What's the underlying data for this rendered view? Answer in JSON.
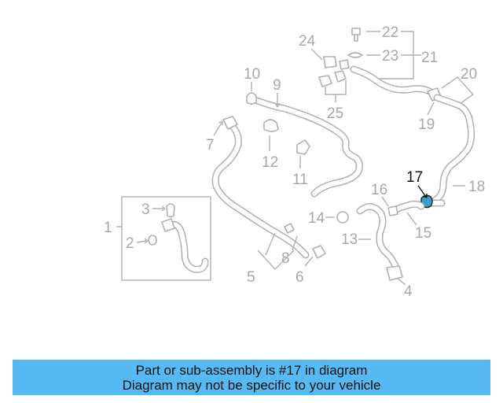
{
  "diagram": {
    "part_numbers": [
      "1",
      "2",
      "3",
      "4",
      "5",
      "6",
      "7",
      "8",
      "9",
      "10",
      "11",
      "12",
      "13",
      "14",
      "15",
      "16",
      "17",
      "18",
      "19",
      "20",
      "21",
      "22",
      "23",
      "24",
      "25"
    ],
    "highlighted_part": "17",
    "highlight_color": "#3aa0c8"
  },
  "banner": {
    "line1": "Part or sub-assembly is #17 in diagram",
    "line2": "Diagram may not be specific to your vehicle",
    "background": "#56b9f1"
  }
}
